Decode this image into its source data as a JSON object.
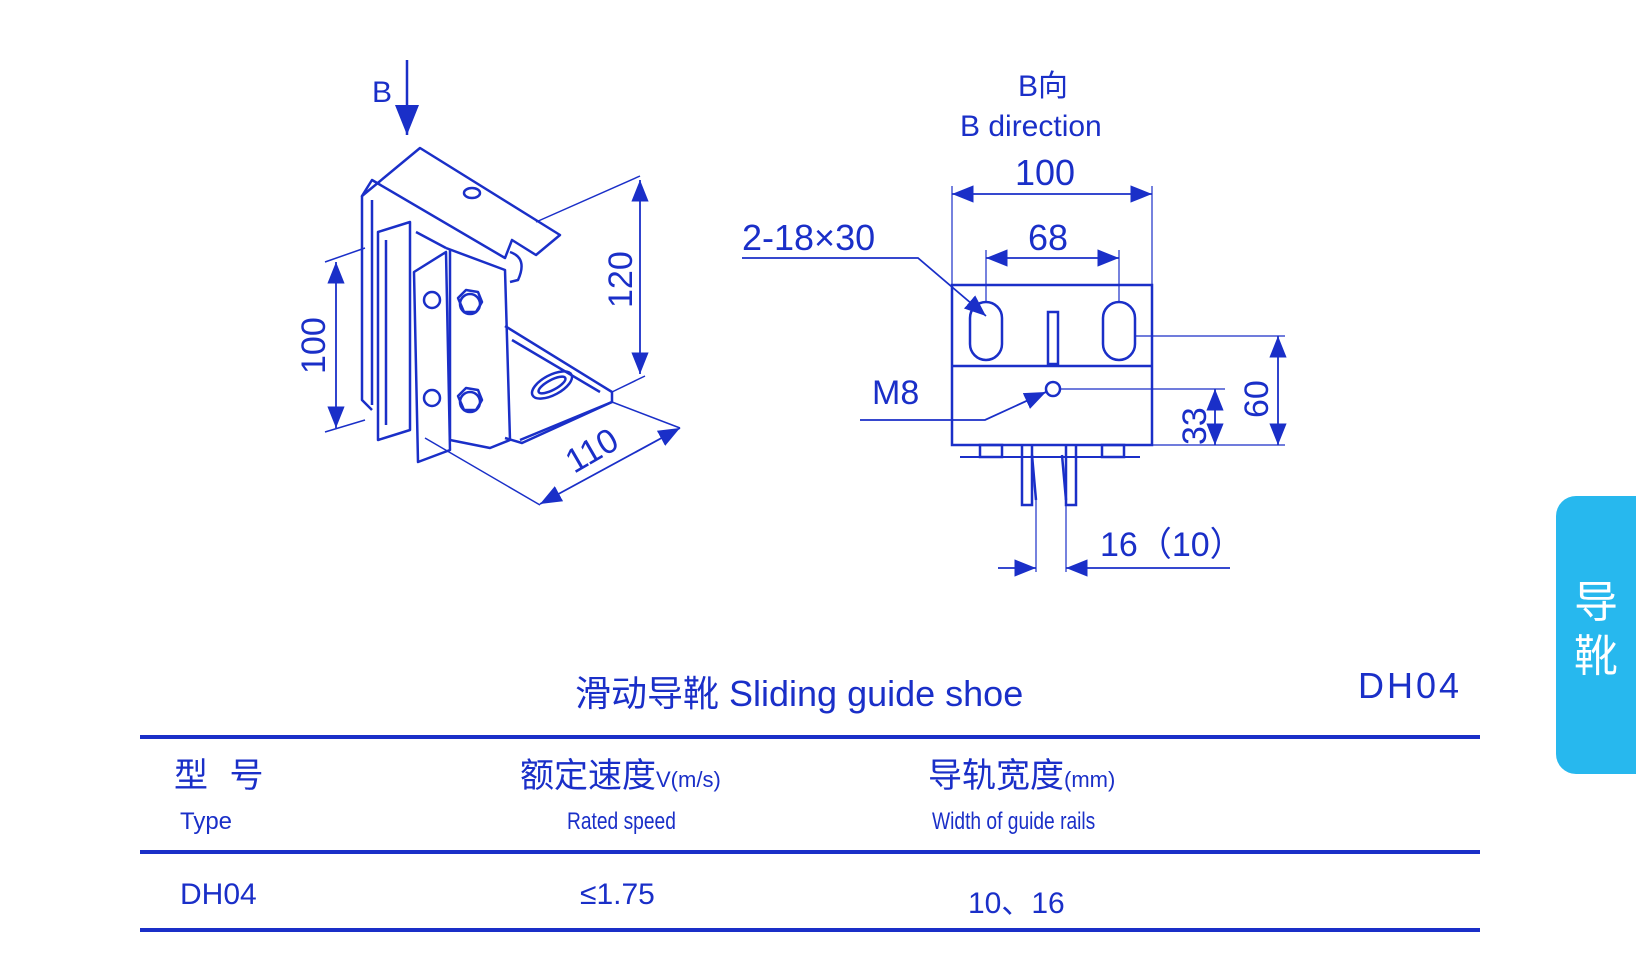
{
  "drawing": {
    "view_arrow_label": "B",
    "view_title_cn": "B向",
    "view_title_en": "B direction",
    "dimensions": {
      "iso_height_left": "100",
      "iso_height_right": "120",
      "iso_depth": "110",
      "slot_spec": "2-18×30",
      "overall_width": "100",
      "slot_pitch": "68",
      "bolt_label": "M8",
      "hole_height": "33",
      "slot_height": "60",
      "rail_width": "16（10）"
    }
  },
  "product": {
    "title": "滑动导靴 Sliding guide shoe",
    "model_code": "DH04"
  },
  "table": {
    "headers": [
      {
        "cn": "型 号",
        "unit": "",
        "en": "Type"
      },
      {
        "cn": "额定速度",
        "unit": "V(m/s)",
        "en": "Rated speed"
      },
      {
        "cn": "导轨宽度",
        "unit": "(mm)",
        "en": "Width of guide rails"
      }
    ],
    "rows": [
      [
        "DH04",
        "≤1.75",
        "10、16"
      ]
    ]
  },
  "side_tab": {
    "label": "导靴"
  },
  "colors": {
    "ink": "#1a2fc8",
    "tab": "#27b8ee",
    "background": "#ffffff"
  }
}
